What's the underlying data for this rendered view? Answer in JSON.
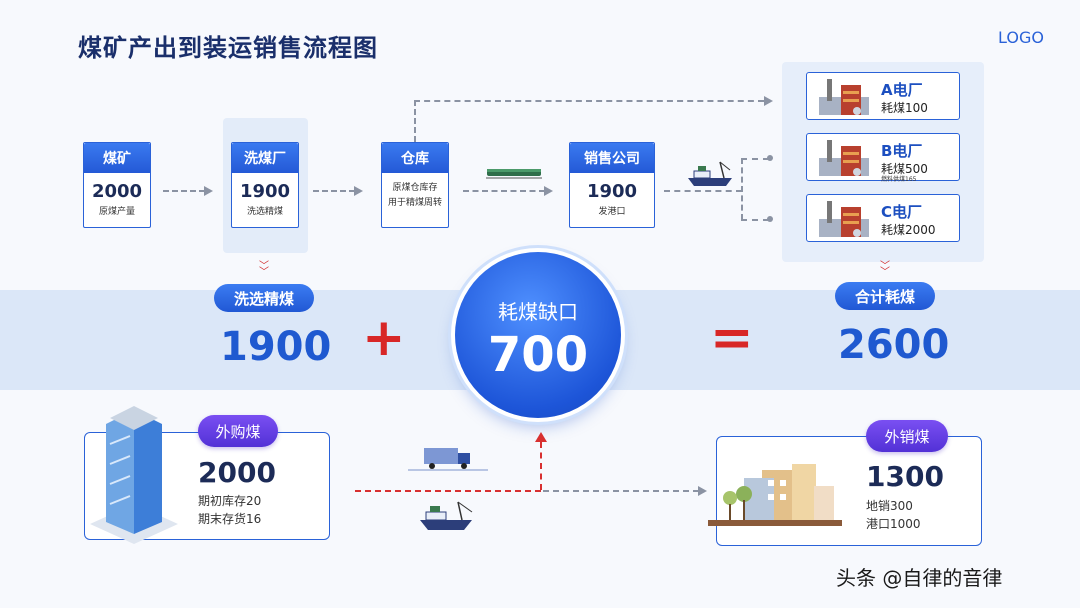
{
  "title": "煤矿产出到装运销售流程图",
  "logo": "LOGO",
  "process": [
    {
      "name": "煤矿",
      "value": "2000",
      "note": "原煤产量"
    },
    {
      "name": "洗煤厂",
      "value": "1900",
      "note": "洗选精煤"
    },
    {
      "name": "仓库",
      "note_line1": "原煤仓库存",
      "note_line2": "用于精煤周转"
    },
    {
      "name": "销售公司",
      "value": "1900",
      "note": "发港口"
    }
  ],
  "plants": [
    {
      "name": "A电厂",
      "value": "耗煤100"
    },
    {
      "name": "B电厂",
      "value": "耗煤500",
      "extra": "燃料供煤165"
    },
    {
      "name": "C电厂",
      "value": "耗煤2000"
    }
  ],
  "summary": {
    "washed_label": "洗选精煤",
    "washed_value": "1900",
    "plus": "+",
    "gap_label": "耗煤缺口",
    "gap_value": "700",
    "equals": "=",
    "total_label": "合计耗煤",
    "total_value": "2600"
  },
  "purchase": {
    "label": "外购煤",
    "value": "2000",
    "line1": "期初库存20",
    "line2": "期末存货16"
  },
  "sales": {
    "label": "外销煤",
    "value": "1300",
    "line1": "地销300",
    "line2": "港口1000"
  },
  "watermark": "头条 @自律的音律",
  "colors": {
    "primary": "#2a62d8",
    "accent_red": "#d82727",
    "purple": "#5b37dc",
    "band": "#dbe7f8"
  }
}
